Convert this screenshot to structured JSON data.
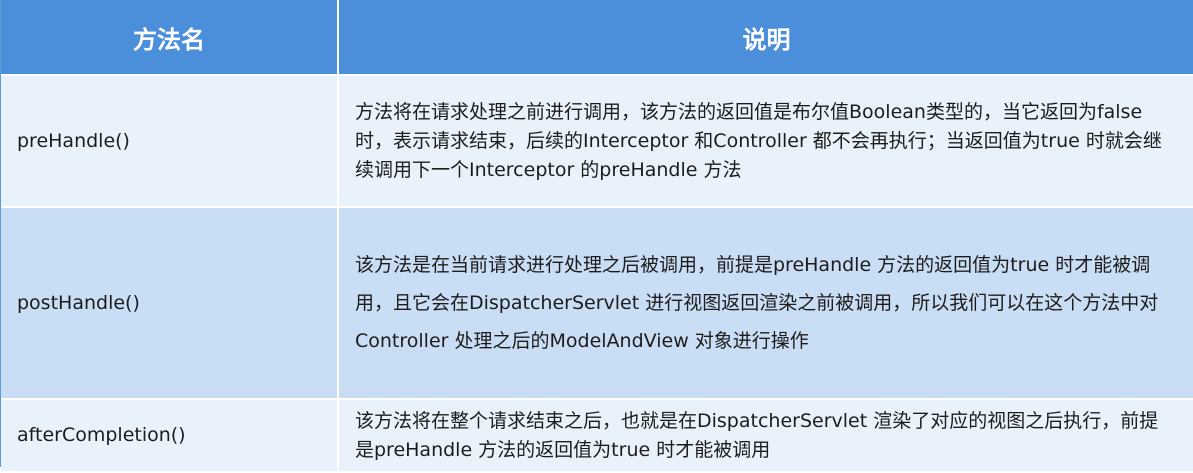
{
  "table": {
    "headers": [
      "方法名",
      "说明"
    ],
    "rows": [
      {
        "name": "preHandle()",
        "description": "方法将在请求处理之前进行调用，该方法的返回值是布尔值Boolean类型的，当它返回为false 时，表示请求结束，后续的Interceptor 和Controller 都不会再执行；当返回值为true 时就会继续调用下一个Interceptor 的preHandle 方法"
      },
      {
        "name": "postHandle()",
        "description": "该方法是在当前请求进行处理之后被调用，前提是preHandle 方法的返回值为true 时才能被调用，且它会在DispatcherServlet 进行视图返回渲染之前被调用，所以我们可以在这个方法中对Controller 处理之后的ModelAndView 对象进行操作"
      },
      {
        "name": "afterCompletion()",
        "description": "该方法将在整个请求结束之后，也就是在DispatcherServlet 渲染了对应的视图之后执行，前提是preHandle 方法的返回值为true 时才能被调用"
      }
    ]
  },
  "colors": {
    "header_bg": "#4b8fdb",
    "row_light": "#e9f2fb",
    "row_dark": "#c9def5"
  }
}
